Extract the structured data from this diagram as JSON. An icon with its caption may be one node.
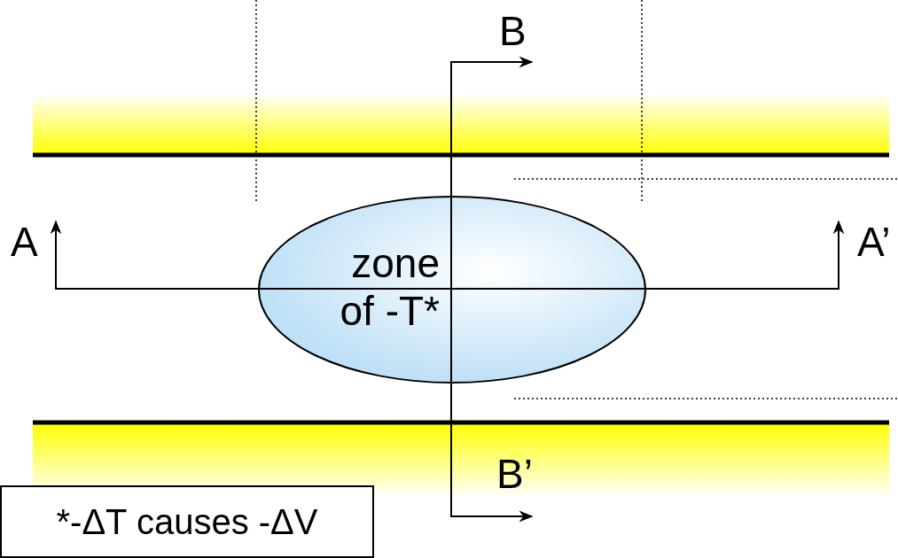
{
  "diagram": {
    "nodes": [
      {
        "text": [
          "zone of -T*"
        ]
      },
      {
        "text": [
          "*-ΔT causes -ΔV"
        ]
      }
    ],
    "labels": [
      "B",
      "A",
      "A’",
      "B’"
    ]
  }
}
